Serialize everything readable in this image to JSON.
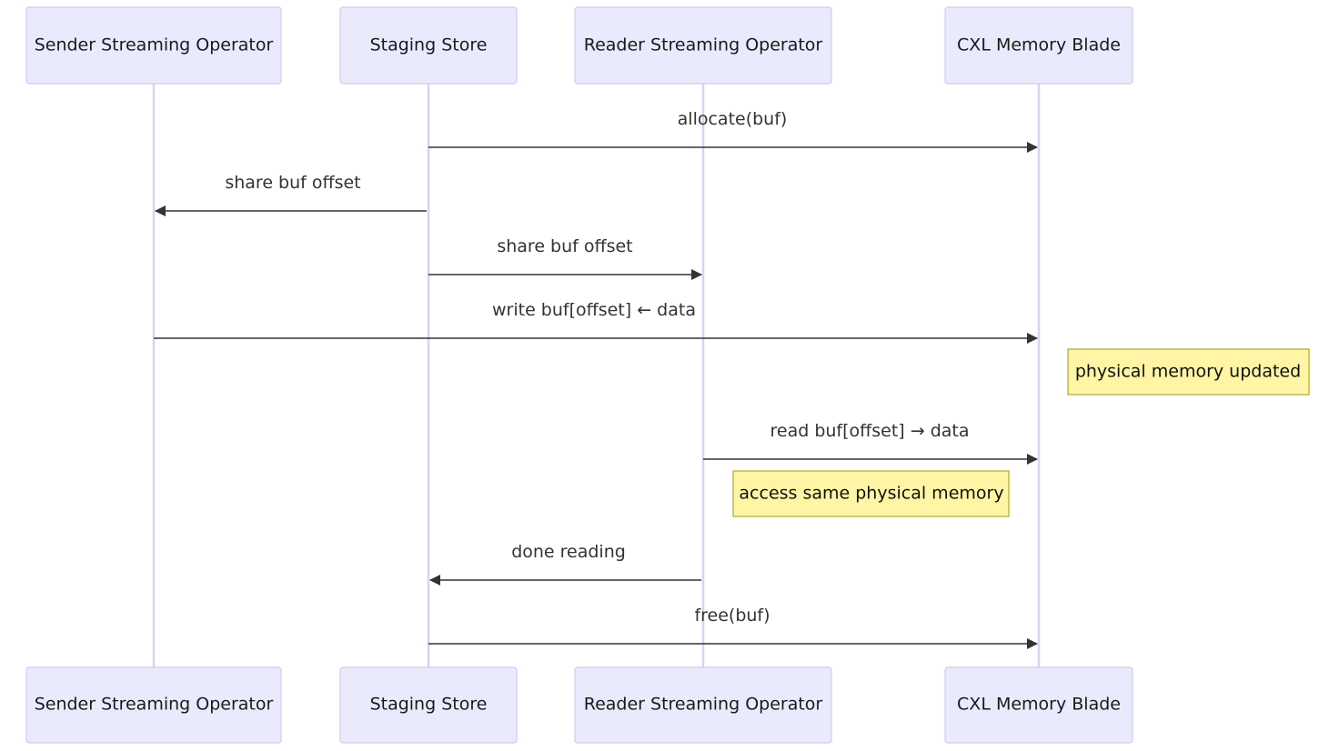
{
  "participants": [
    {
      "id": "sender",
      "label": "Sender Streaming Operator"
    },
    {
      "id": "staging",
      "label": "Staging Store"
    },
    {
      "id": "reader",
      "label": "Reader Streaming Operator"
    },
    {
      "id": "cxl",
      "label": "CXL Memory Blade"
    }
  ],
  "messages": [
    {
      "from": "staging",
      "to": "cxl",
      "label": "allocate(buf)"
    },
    {
      "from": "staging",
      "to": "sender",
      "label": "share buf offset"
    },
    {
      "from": "staging",
      "to": "reader",
      "label": "share buf offset"
    },
    {
      "from": "sender",
      "to": "cxl",
      "label": "write buf[offset] ← data"
    },
    {
      "from": "reader",
      "to": "cxl",
      "label": "read buf[offset] → data"
    },
    {
      "from": "reader",
      "to": "staging",
      "label": "done reading"
    },
    {
      "from": "staging",
      "to": "cxl",
      "label": "free(buf)"
    }
  ],
  "notes": [
    {
      "text": "physical memory updated",
      "placement": "right of",
      "anchor": "cxl",
      "after_message": 3
    },
    {
      "text": "access same physical memory",
      "placement": "over",
      "anchors": [
        "reader",
        "cxl"
      ],
      "after_message": 4
    }
  ],
  "colors": {
    "actor_fill": "#eaeafd",
    "actor_border": "#d3c8f0",
    "lifeline": "#ddd0f3",
    "message": "#333333",
    "note_fill": "#fff5a5",
    "note_border": "#b0a62a"
  }
}
